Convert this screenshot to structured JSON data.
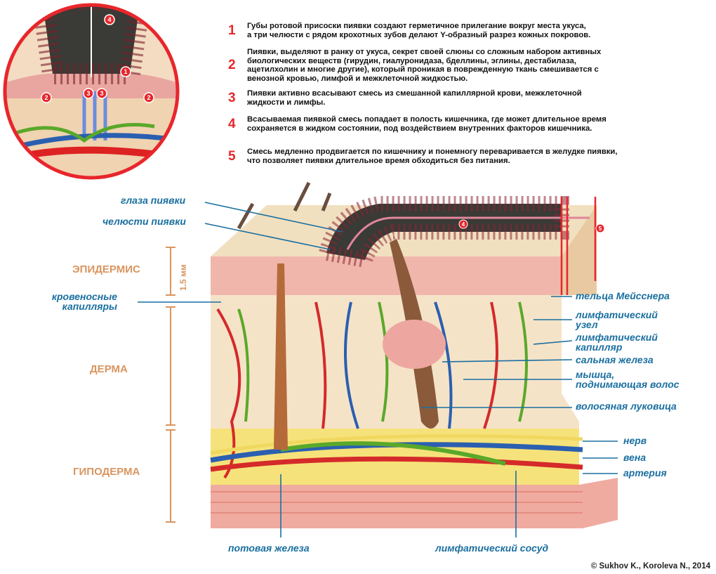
{
  "notes": [
    {
      "num": "1",
      "text": "Губы ротовой присоски пиявки создают герметичное прилегание вокруг места укуса,\nа три челюсти с рядом крохотных зубов делают Y-образный разрез кожных покровов."
    },
    {
      "num": "2",
      "text": "Пиявки, выделяют в ранку от укуса, секрет своей слюны со сложным набором активных\nбиологических веществ (гирудин, гиалуронидаза, бделлины, эглины, дестабилаза,\nацетилхолин и многие другие), который проникая в поврежденную ткань смешивается с\nвенозной кровью, лимфой и межклеточной жидкостью."
    },
    {
      "num": "3",
      "text": "Пиявки активно всасывают смесь из смешанной капиллярной крови, межклеточной\nжидкости и лимфы."
    },
    {
      "num": "4",
      "text": "Всасываемая пиявкой смесь попадает в полость кишечника, где может длительное время\nсохраняется в жидком состоянии, под воздействием внутренних факторов кишечника."
    },
    {
      "num": "5",
      "text": "Смесь медленно продвигается по кишечнику и понемногу переваривается в желудке пиявки,\nчто позволяет пиявки длительное время обходиться без питания."
    }
  ],
  "layers": {
    "epidermis": "ЭПИДЕРМИС",
    "dermis": "ДЕРМА",
    "hypodermis": "ГИПОДЕРМА",
    "scale": "1.5 мм"
  },
  "labels_left": {
    "eyes": "глаза пиявки",
    "jaws": "челюсти пиявки",
    "capillaries": "кровеносные\nкапилляры"
  },
  "labels_right": {
    "meissner": "тельца Мейсснера",
    "lymph_node": "лимфатический\nузел",
    "lymph_capillary": "лимфатический\nкапилляр",
    "sebaceous": "сальная железа",
    "muscle": "мышца,\nподнимающая волос",
    "bulb": "волосяная луковица",
    "nerve": "нерв",
    "vein": "вена",
    "artery": "артерия"
  },
  "labels_bottom": {
    "sweat": "потовая железа",
    "lymph_vessel": "лимфатический сосуд"
  },
  "inset_markers": [
    "1",
    "2",
    "2",
    "3",
    "3",
    "4"
  ],
  "worm_markers": [
    "4",
    "5"
  ],
  "copyright": "© Sukhov K., Koroleva N., 2014",
  "colors": {
    "accent": "#e8262b",
    "label": "#1a6fa0",
    "layer": "#d9955f"
  }
}
